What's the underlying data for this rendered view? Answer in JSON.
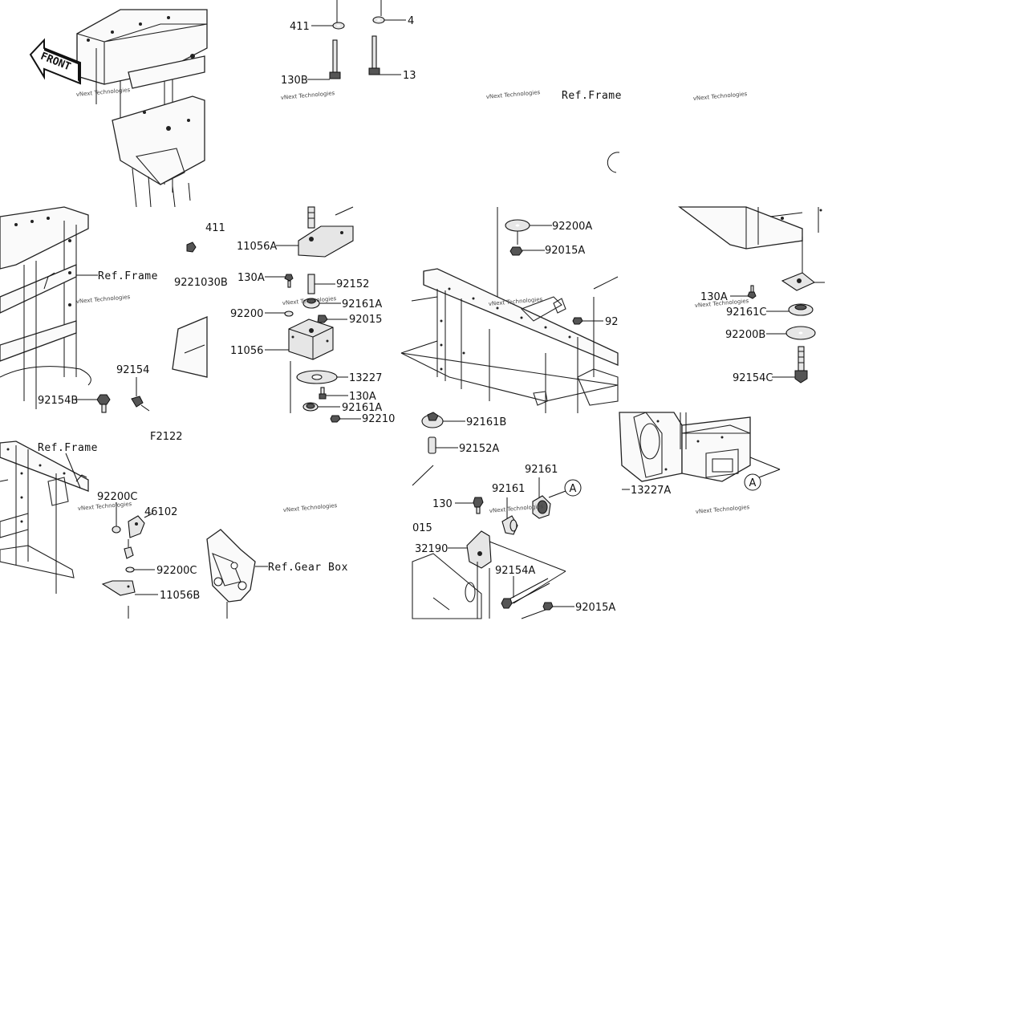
{
  "front_label": "FRONT",
  "figure_code": "F2122",
  "watermark_text": "vNext Technologies",
  "refs": {
    "frame": "Ref.Frame",
    "gear_box": "Ref.Gear Box"
  },
  "callouts": {
    "c411_top": "411",
    "c4_top": "4",
    "c130B_top": "130B",
    "c13_top": "13",
    "c411_mid": "411",
    "c92210_30B": "9221030B",
    "c92154": "92154",
    "c92154B": "92154B",
    "c11056A": "11056A",
    "c130A_mid": "130A",
    "c92152": "92152",
    "c92161A_1": "92161A",
    "c92200": "92200",
    "c92015": "92015",
    "c11056": "11056",
    "c13227": "13227",
    "c130A_low": "130A",
    "c92161A_2": "92161A",
    "c92210": "92210",
    "c92200A": "92200A",
    "c92015A_top": "92015A",
    "c92_right": "92",
    "c130A_right": "130A",
    "c92161C": "92161C",
    "c92200B": "92200B",
    "c92154C": "92154C",
    "c92161B": "92161B",
    "c92152A": "92152A",
    "c92161_1": "92161",
    "c92161_2": "92161",
    "c130": "130",
    "c015": "015",
    "c32190": "32190",
    "c92154A": "92154A",
    "c92015A_low": "92015A",
    "c13227A": "13227A",
    "c92200C_1": "92200C",
    "c46102": "46102",
    "c92200C_2": "92200C",
    "c11056B": "11056B",
    "circle_A_1": "A",
    "circle_A_2": "A"
  }
}
